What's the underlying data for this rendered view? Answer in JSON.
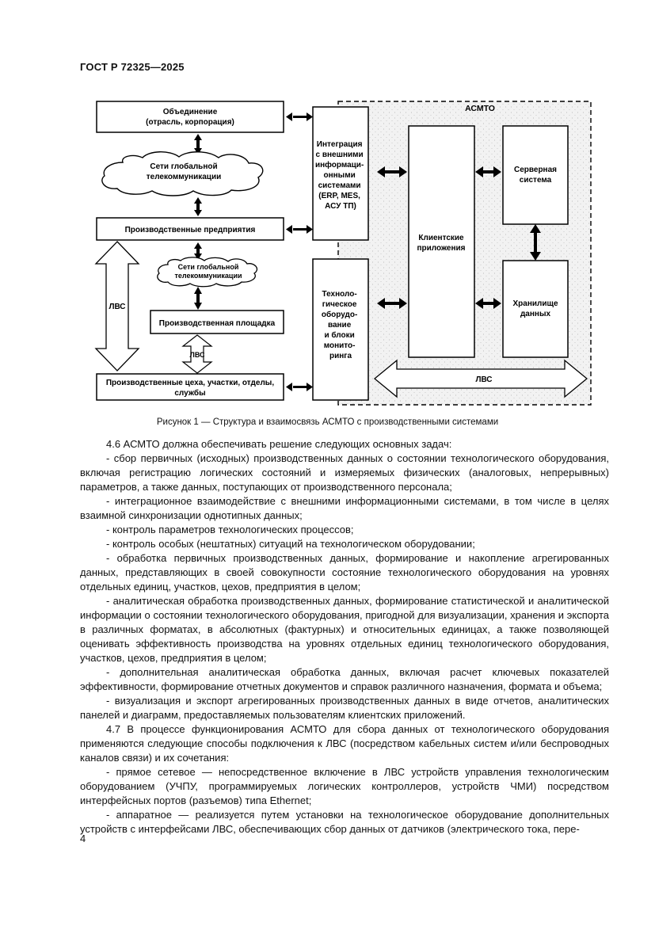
{
  "header": {
    "doc_id": "ГОСТ Р 72325—2025"
  },
  "diagram": {
    "asmto_label": "АСМТО",
    "association_line1": "Объединение",
    "association_line2": "(отрасль, корпорация)",
    "global_net_line1": "Сети глобальной",
    "global_net_line2": "телекоммуникации",
    "enterprises": "Производственные предприятия",
    "global_net2_line1": "Сети глобальной",
    "global_net2_line2": "телекоммуникации",
    "site": "Производственная площадка",
    "lan_vertical": "ЛВС",
    "lan_small": "ЛВС",
    "lan_bottom": "ЛВС",
    "workshops_line1": "Производственные цеха, участки, отделы,",
    "workshops_line2": "службы",
    "integration_lines": [
      "Интеграция",
      "с внешними",
      "информаци-",
      "онными",
      "системами",
      "(ERP, MES,",
      "АСУ ТП)"
    ],
    "equipment_lines": [
      "Техноло-",
      "гическое",
      "оборудо-",
      "вание",
      "и блоки",
      "монито-",
      "ринга"
    ],
    "client_line1": "Клиентские",
    "client_line2": "приложения",
    "server_line1": "Серверная",
    "server_line2": "система",
    "storage_line1": "Хранилище",
    "storage_line2": "данных"
  },
  "caption": "Рисунок 1 — Структура и взаимосвязь АСМТО с производственными системами",
  "body": {
    "p1": "4.6 АСМТО должна обеспечивать решение следующих основных задач:",
    "p2": "- сбор первичных (исходных) производственных данных о состоянии технологического оборудования, включая регистрацию логических состояний и измеряемых физических (аналоговых, непрерывных) параметров, а также данных, поступающих от производственного персонала;",
    "p3": "- интеграционное взаимодействие с внешними информационными системами, в том числе в целях взаимной синхронизации однотипных данных;",
    "p4": "- контроль параметров технологических процессов;",
    "p5": "- контроль особых (нештатных) ситуаций на технологическом оборудовании;",
    "p6": "- обработка первичных производственных данных, формирование и накопление агрегированных данных, представляющих в своей совокупности состояние технологического оборудования на уровнях отдельных единиц, участков, цехов, предприятия в целом;",
    "p7": "- аналитическая обработка производственных данных, формирование статистической и аналитической информации о состоянии технологического оборудования, пригодной для визуализации, хранения и экспорта в различных форматах, в абсолютных (фактурных) и относительных единицах, а также позволяющей оценивать эффективность производства на уровнях отдельных единиц технологического оборудования, участков, цехов, предприятия в целом;",
    "p8": "- дополнительная аналитическая обработка данных, включая расчет ключевых показателей эффективности, формирование отчетных документов и справок различного назначения, формата и объема;",
    "p9": "- визуализация и экспорт агрегированных производственных данных в виде отчетов, аналитических панелей и диаграмм, предоставляемых пользователям клиентских приложений.",
    "p10": "4.7 В процессе функционирования АСМТО для сбора данных от технологического оборудования применяются следующие способы подключения к ЛВС (посредством кабельных систем и/или беспроводных каналов связи) и их сочетания:",
    "p11": "- прямое сетевое — непосредственное включение в ЛВС устройств управления технологическим оборудованием (УЧПУ, программируемых логических контроллеров, устройств ЧМИ) посредством интерфейсных портов (разъемов) типа Ethernet;",
    "p12": "- аппаратное — реализуется путем установки на технологическое оборудование дополнительных устройств с интерфейсами ЛВС, обеспечивающих сбор данных от датчиков (электрического тока, пере-"
  },
  "footer": {
    "page_number": "4"
  }
}
